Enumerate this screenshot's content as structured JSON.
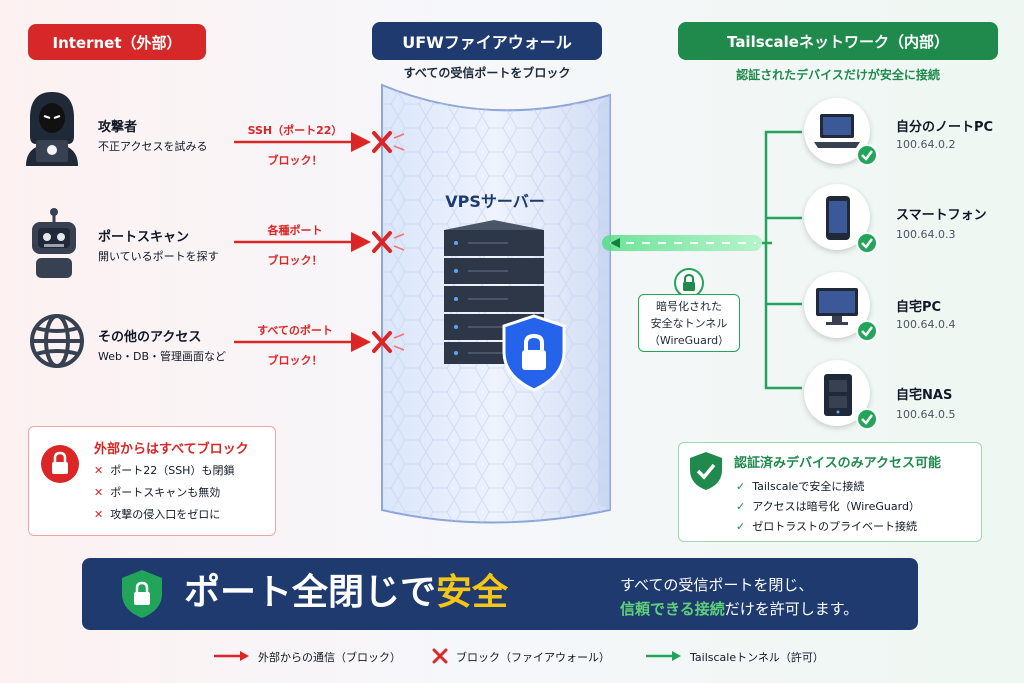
{
  "left": {
    "header": "Internet（外部）",
    "threats": [
      {
        "title": "攻撃者",
        "desc": "不正アクセスを試みる",
        "port": "SSH（ポート22）",
        "status": "ブロック！"
      },
      {
        "title": "ポートスキャン",
        "desc": "開いているポートを探す",
        "port": "各種ポート",
        "status": "ブロック！"
      },
      {
        "title": "その他のアクセス",
        "desc": "Web・DB・管理画面など",
        "port": "すべてのポート",
        "status": "ブロック！"
      }
    ],
    "box": {
      "title": "外部からはすべてブロック",
      "items": [
        "ポート22（SSH）も閉鎖",
        "ポートスキャンも無効",
        "攻撃の侵入口をゼロに"
      ]
    }
  },
  "center": {
    "header": "UFWファイアウォール",
    "subtitle": "すべての受信ポートをブロック",
    "server_label": "VPSサーバー",
    "tunnel_label": [
      "暗号化された",
      "安全なトンネル",
      "（WireGuard）"
    ]
  },
  "right": {
    "header": "Tailscaleネットワーク（内部）",
    "subtitle": "認証されたデバイスだけが安全に接続",
    "devices": [
      {
        "name": "自分のノートPC",
        "ip": "100.64.0.2",
        "icon": "laptop-icon"
      },
      {
        "name": "スマートフォン",
        "ip": "100.64.0.3",
        "icon": "smartphone-icon"
      },
      {
        "name": "自宅PC",
        "ip": "100.64.0.4",
        "icon": "desktop-icon"
      },
      {
        "name": "自宅NAS",
        "ip": "100.64.0.5",
        "icon": "nas-icon"
      }
    ],
    "box": {
      "title": "認証済みデバイスのみアクセス可能",
      "items": [
        "Tailscaleで安全に接続",
        "アクセスは暗号化（WireGuard）",
        "ゼロトラストのプライベート接続"
      ]
    }
  },
  "banner": {
    "main_a": "ポート全閉じで",
    "main_b": "安全",
    "line1": "すべての受信ポートを閉じ、",
    "line2_a": "信頼できる接続",
    "line2_b": "だけを許可します。"
  },
  "legend": [
    {
      "label": "外部からの通信（ブロック）"
    },
    {
      "label": "ブロック（ファイアウォール）"
    },
    {
      "label": "Tailscaleトンネル（許可）"
    }
  ],
  "colors": {
    "red": "#dc2626",
    "navy": "#1e3a6e",
    "green": "#1f8a4c",
    "accent_yellow": "#f5c518",
    "accent_green": "#5fd07a"
  }
}
